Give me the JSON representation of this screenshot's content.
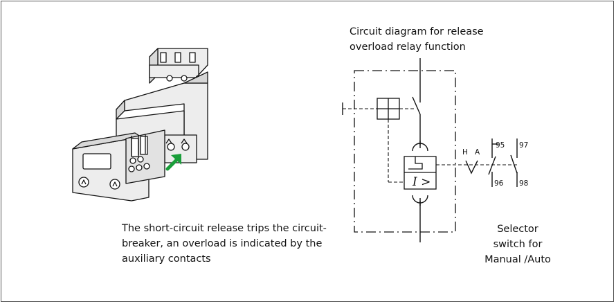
{
  "left_caption": {
    "line1": "The short-circuit release trips the circuit-",
    "line2": "breaker, an overload is indicated by the",
    "line3": "auxiliary contacts"
  },
  "diagram_title": {
    "line1": "Circuit diagram for release",
    "line2": "overload relay function"
  },
  "selector_caption": {
    "line1": "Selector",
    "line2": "switch for",
    "line3": "Manual /Auto"
  },
  "contact_labels": {
    "h": "H",
    "a": "A",
    "c95": "95",
    "c96": "96",
    "c97": "97",
    "c98": "98",
    "release_symbol": "I >"
  },
  "colors": {
    "arrow": "#1a9e3a",
    "device_fill": "#ededed",
    "line": "#111111"
  }
}
